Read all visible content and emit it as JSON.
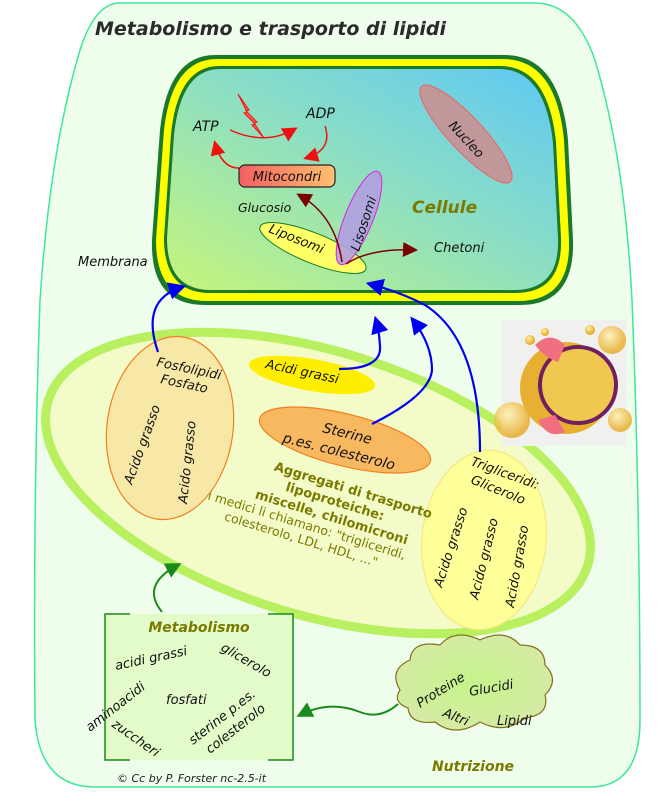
{
  "title": "Metabolismo  e trasporto di lipidi",
  "cell": {
    "label": "Cellule",
    "membrane_label": "Membrana",
    "organelles": {
      "nucleus": "Nucleo",
      "mitochondria": "Mitocondri",
      "lysosomes": "Lisosomi",
      "liposomes": "Liposomi"
    },
    "molecules": {
      "atp": "ATP",
      "adp": "ADP",
      "glucose": "Glucosio",
      "ketones": "Chetoni"
    }
  },
  "transport": {
    "phospholipids": {
      "title": "Fosfolipidi",
      "head": "Fosfato",
      "tails": [
        "Acido grasso",
        "Acido grasso"
      ]
    },
    "fatty_acids": "Acidi grassi",
    "sterols": {
      "line1": "Sterine",
      "line2": "p.es. colesterolo"
    },
    "triglycerides": {
      "title": "Trigliceridi:",
      "head": "Glicerolo",
      "tails": [
        "Acido grasso",
        "Acido grasso",
        "Acido grasso"
      ]
    },
    "aggregate_title": [
      "Aggregati di trasporto",
      "lipoproteiche:",
      "miscelle, chilomicroni"
    ],
    "aggregate_note": [
      "i medici li chiamano: \"trigliceridi,",
      "colesterolo, LDL, HDL, ...\""
    ]
  },
  "metabolism": {
    "title": "Metabolismo",
    "items": [
      "acidi grassi",
      "glicerolo",
      "aminoacidi",
      "fosfati",
      "zuccheri",
      "sterine p.es.",
      "colesterolo"
    ]
  },
  "nutrition": {
    "label": "Nutrizione",
    "items": [
      "Proteine",
      "Glucidi",
      "Altri",
      "Lipidi"
    ]
  },
  "credit": "© Cc by P. Forster nc-2.5-it",
  "colors": {
    "outer_fill": "#effdec",
    "outer_stroke": "#3de899",
    "membrane_yellow": "#ffff00",
    "membrane_green": "#1a7a2a",
    "aggregate_ring": "#b8f060",
    "aggregate_fill": "#f3fbc8",
    "blue_arrow": "#0000ee",
    "green_arrow": "#1a8a1a",
    "red_arrow": "#ee1111",
    "darkred_arrow": "#7a0000",
    "olive_text": "#7a7a00"
  }
}
